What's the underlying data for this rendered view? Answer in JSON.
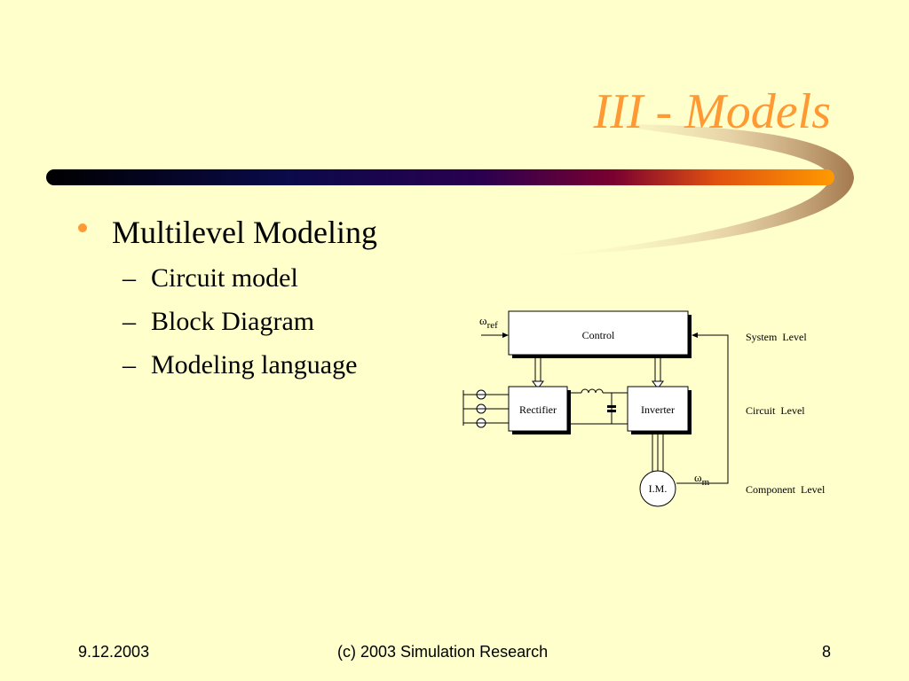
{
  "slide": {
    "title": "III - Models",
    "bullet": "Multilevel Modeling",
    "sub_bullets": [
      "Circuit model",
      "Block Diagram",
      "Modeling language"
    ],
    "bullet_color": "#ff9933",
    "title_color": "#ff9933"
  },
  "diagram": {
    "blocks": {
      "control": "Control",
      "rectifier": "Rectifier",
      "inverter": "Inverter",
      "motor": "I.M."
    },
    "signals": {
      "omega_ref_symbol": "ω",
      "omega_ref_sub": "ref",
      "omega_m_symbol": "ω",
      "omega_m_sub": "m"
    },
    "levels": [
      "System  Level",
      "Circuit  Level",
      "Component  Level"
    ]
  },
  "footer": {
    "date": "9.12.2003",
    "center": "(c) 2003 Simulation Research",
    "page": "8"
  }
}
